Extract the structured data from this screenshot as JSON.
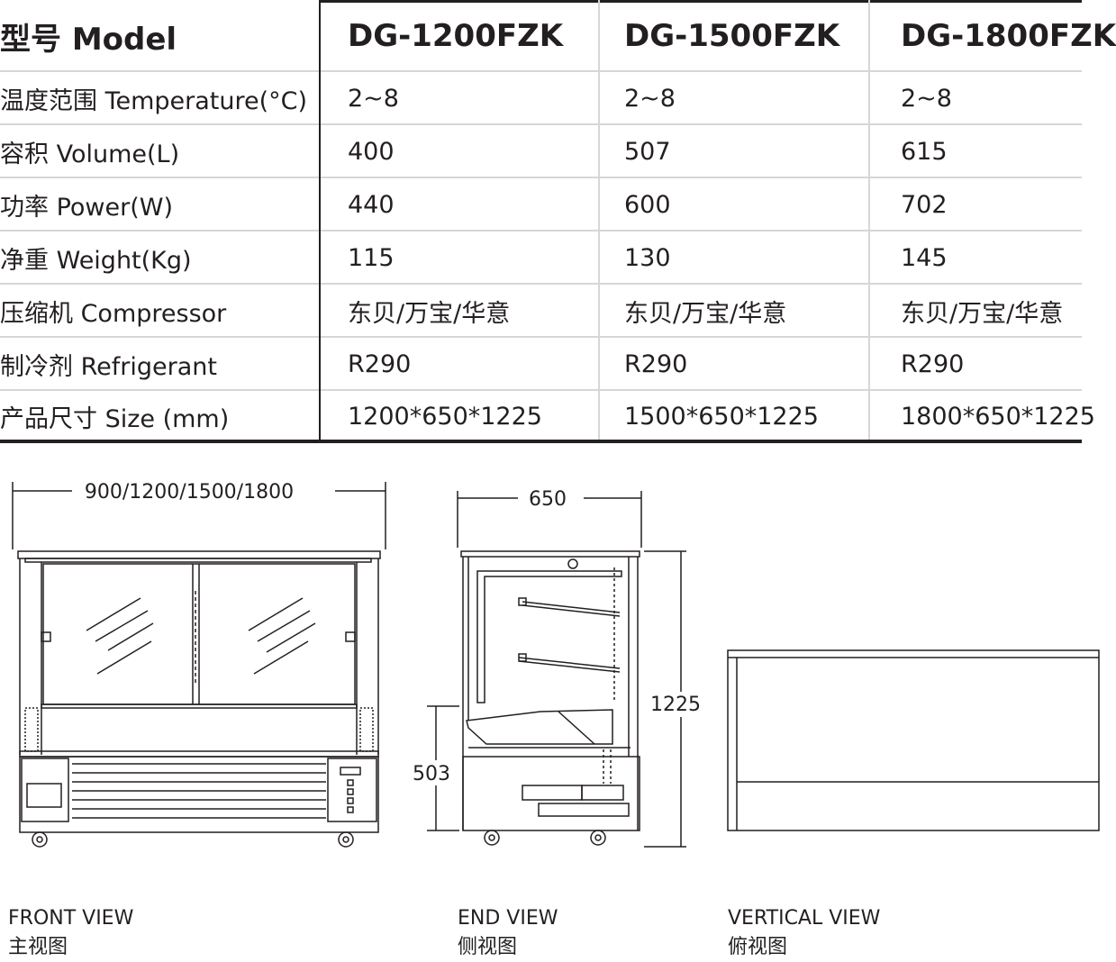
{
  "table": {
    "header": {
      "label": "型号 Model",
      "models": [
        "DG-1200FZK",
        "DG-1500FZK",
        "DG-1800FZK"
      ]
    },
    "rows": [
      {
        "label": "温度范围 Temperature(°C)",
        "values": [
          "2~8",
          "2~8",
          "2~8"
        ]
      },
      {
        "label": "容积 Volume(L)",
        "values": [
          "400",
          "507",
          "615"
        ]
      },
      {
        "label": "功率 Power(W)",
        "values": [
          "440",
          "600",
          "702"
        ]
      },
      {
        "label": "净重 Weight(Kg)",
        "values": [
          "115",
          "130",
          "145"
        ]
      },
      {
        "label": "压缩机 Compressor",
        "values": [
          "东贝/万宝/华意",
          "东贝/万宝/华意",
          "东贝/万宝/华意"
        ]
      },
      {
        "label": "制冷剂 Refrigerant",
        "values": [
          "R290",
          "R290",
          "R290"
        ]
      },
      {
        "label": "产品尺寸 Size (mm)",
        "values": [
          "1200*650*1225",
          "1500*650*1225",
          "1800*650*1225"
        ]
      }
    ]
  },
  "dimensions": {
    "front_width": "900/1200/1500/1800",
    "end_depth": "650",
    "end_height": "1225",
    "end_lower_height": "503"
  },
  "views": {
    "front": {
      "en": "FRONT VIEW",
      "zh": "主视图"
    },
    "end": {
      "en": "END VIEW",
      "zh": "侧视图"
    },
    "vertical": {
      "en": "VERTICAL VIEW",
      "zh": "俯视图"
    }
  }
}
